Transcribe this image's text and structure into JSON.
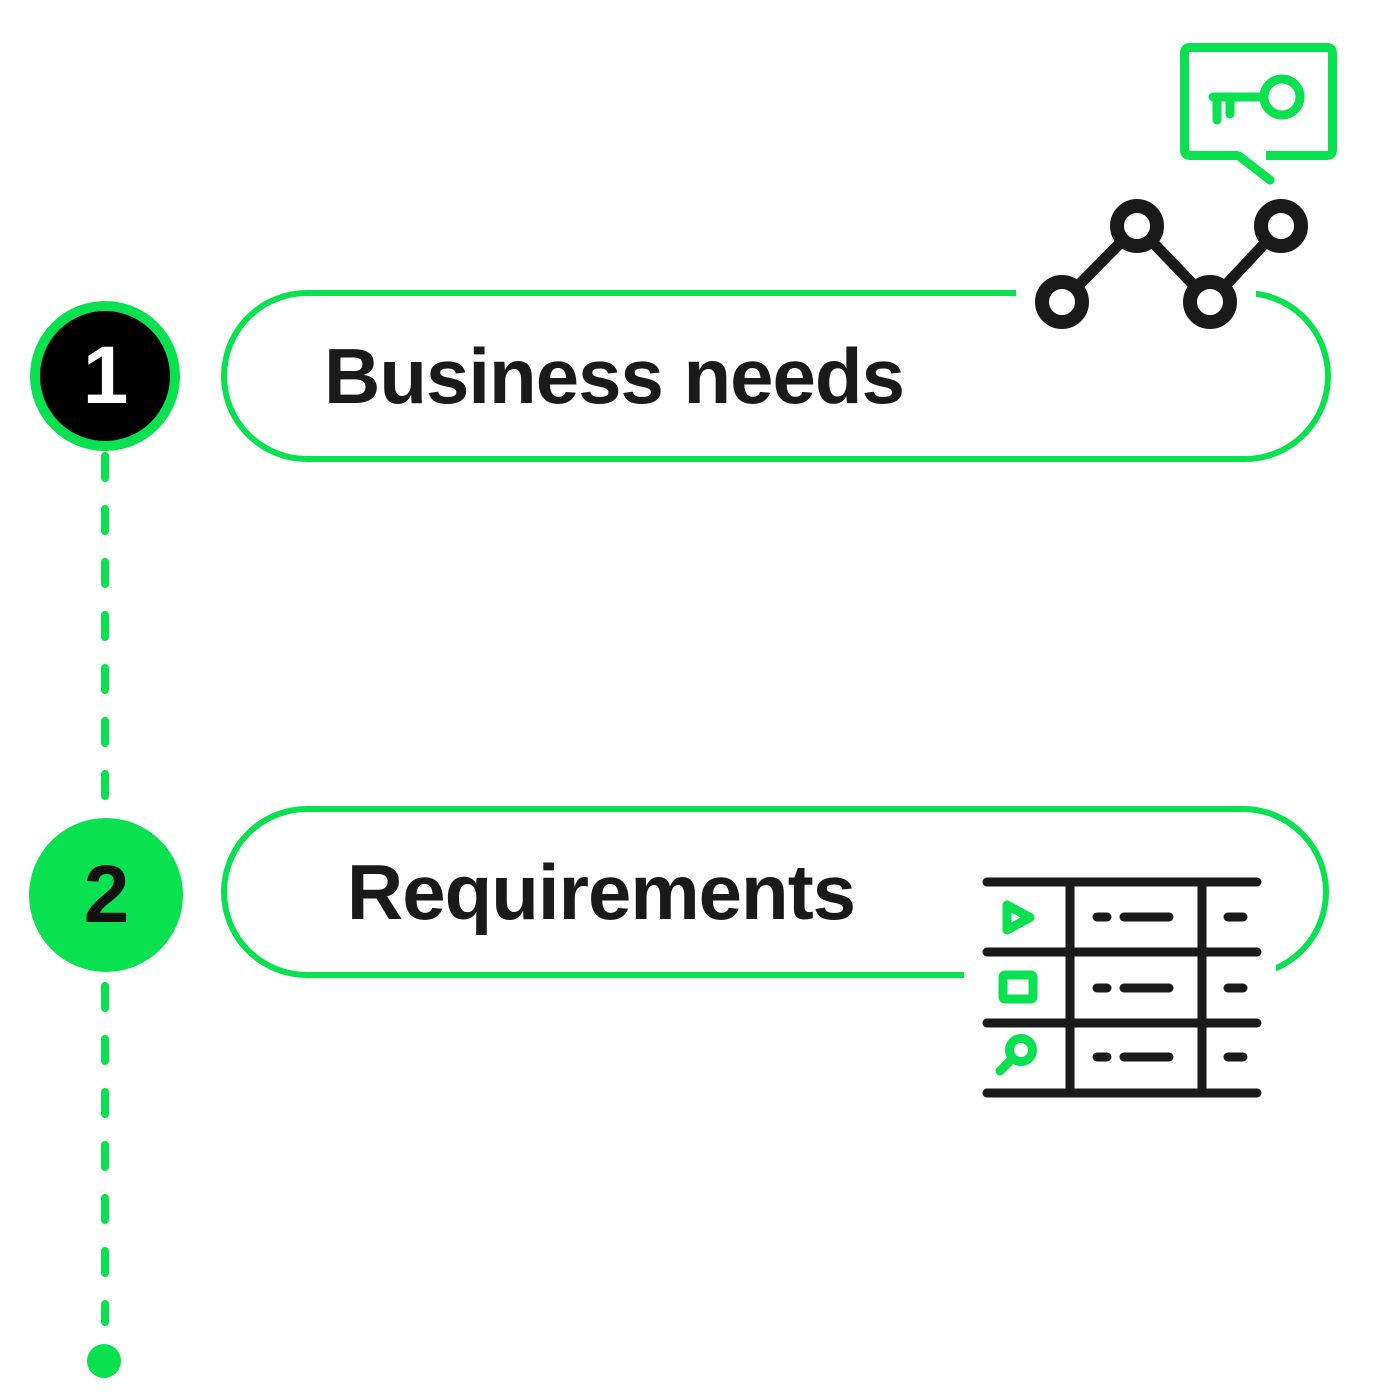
{
  "colors": {
    "accent_green": "#0ae150",
    "icon_black": "#1a1a1a",
    "marker1_fill": "#000000",
    "marker1_number": "#ffffff",
    "marker2_number": "#111111",
    "background": "#ffffff"
  },
  "diagram": {
    "kind": "vertical-process-timeline",
    "steps": [
      {
        "number": "1",
        "label": "Business needs",
        "marker_style": "black circle with green ring",
        "icon": "line-chart-nodes-icon"
      },
      {
        "number": "2",
        "label": "Requirements",
        "marker_style": "solid green circle",
        "icon": "table-rows-icon"
      }
    ],
    "decorations": {
      "top_icon": "key-in-speech-bubble-icon",
      "connector": "dashed-line",
      "connector_end": "end-dot",
      "table_row_icons": [
        "play-icon",
        "stop-square-icon",
        "search-icon"
      ]
    }
  }
}
